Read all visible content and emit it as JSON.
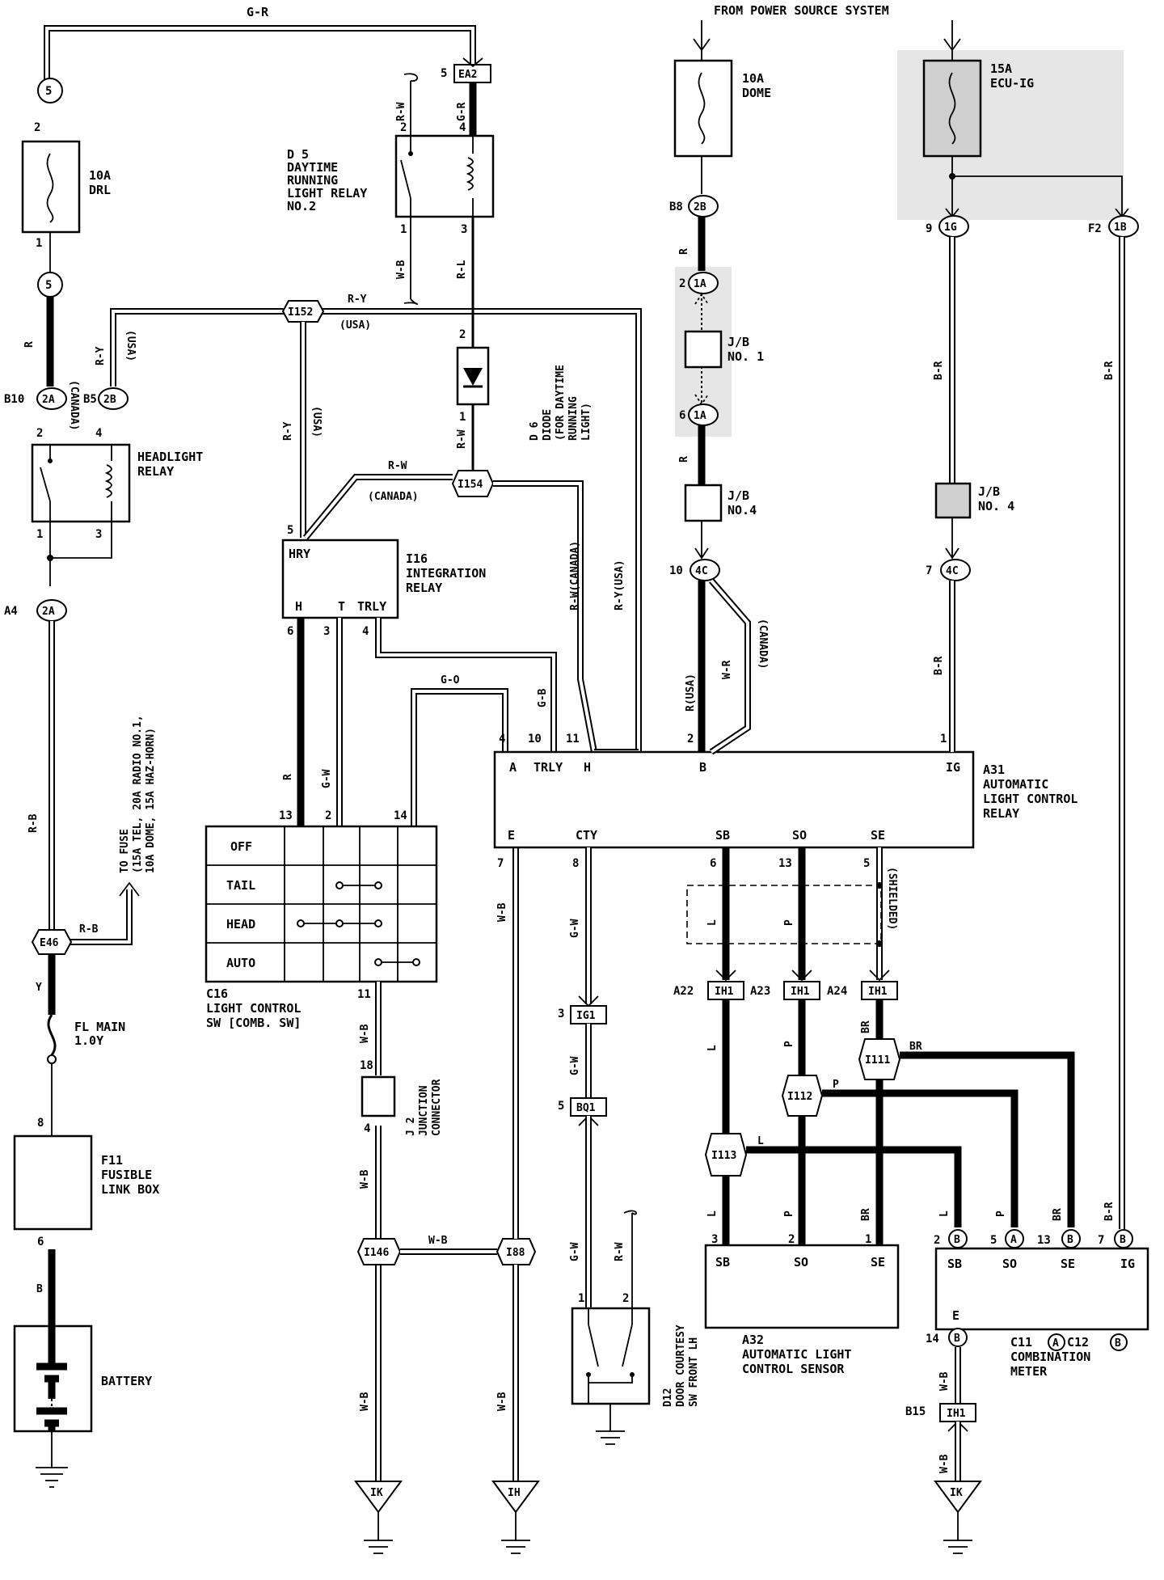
{
  "header": {
    "power_source": "FROM POWER SOURCE SYSTEM"
  },
  "fuses": {
    "drl": {
      "rating": "10A",
      "name": "DRL"
    },
    "dome": {
      "rating": "10A",
      "name": "DOME"
    },
    "ecu_ig": {
      "rating": "15A",
      "name": "ECU-IG"
    },
    "fl_main": {
      "name": "FL MAIN",
      "rating": "1.0Y"
    },
    "to_fuse": {
      "line1": "TO FUSE",
      "line2": "(15A TEL, 20A RADIO NO.1,",
      "line3": "10A DOME, 15A HAZ-HORN)"
    }
  },
  "components": {
    "d5": {
      "code": "D 5",
      "line1": "DAYTIME",
      "line2": "RUNNING",
      "line3": "LIGHT RELAY",
      "line4": "NO.2"
    },
    "d6": {
      "code": "D 6",
      "line1": "DIODE",
      "line2": "(FOR DAYTIME",
      "line3": "RUNNING",
      "line4": "LIGHT)"
    },
    "headlight_relay": {
      "line1": "HEADLIGHT",
      "line2": "RELAY"
    },
    "i16": {
      "code": "I16",
      "line1": "INTEGRATION",
      "line2": "RELAY",
      "pin_hry": "HRY",
      "pin_h": "H",
      "pin_t": "T",
      "pin_trly": "TRLY"
    },
    "c16": {
      "code": "C16",
      "line1": "LIGHT CONTROL",
      "line2": "SW [COMB. SW]",
      "rows": [
        "OFF",
        "TAIL",
        "HEAD",
        "AUTO"
      ]
    },
    "a31": {
      "code": "A31",
      "line1": "AUTOMATIC",
      "line2": "LIGHT CONTROL",
      "line3": "RELAY",
      "pins_top": [
        "A",
        "TRLY",
        "H",
        "B",
        "IG"
      ],
      "pins_bottom": [
        "E",
        "CTY",
        "SB",
        "SO",
        "SE"
      ]
    },
    "a32": {
      "code": "A32",
      "line1": "AUTOMATIC LIGHT",
      "line2": "CONTROL SENSOR",
      "pins": [
        "SB",
        "SO",
        "SE"
      ]
    },
    "c11_c12": {
      "code1": "C11",
      "code2": "C12",
      "mark_a": "A",
      "mark_b": "B",
      "line1": "COMBINATION",
      "line2": "METER",
      "pins": [
        "SB",
        "SO",
        "SE",
        "IG"
      ],
      "pin_e": "E"
    },
    "j2": {
      "code": "J 2",
      "line1": "JUNCTION",
      "line2": "CONNECTOR"
    },
    "d12": {
      "code": "D12",
      "line1": "DOOR COURTESY",
      "line2": "SW FRONT LH"
    },
    "f11": {
      "code": "F11",
      "line1": "FUSIBLE",
      "line2": "LINK BOX"
    },
    "battery": {
      "name": "BATTERY"
    },
    "jb1": {
      "line1": "J/B",
      "line2": "NO. 1"
    },
    "jb4a": {
      "line1": "J/B",
      "line2": "NO.4"
    },
    "jb4b": {
      "line1": "J/B",
      "line2": "NO. 4"
    }
  },
  "connectors": {
    "c5a": "5",
    "c5b": "5",
    "c2a_a4": "2A",
    "c2a_b10": "2A",
    "c2b_b5": "2B",
    "ea2": "EA2",
    "i152": "I152",
    "i154": "I154",
    "c2b_b8": "2B",
    "c1a_top": "1A",
    "c1a_bot": "1A",
    "c4c_a": "4C",
    "c1g": "1G",
    "c1b": "1B",
    "c4c_b": "4C",
    "e46": "E46",
    "ig1": "IG1",
    "bq1": "BQ1",
    "ih1_a22": "IH1",
    "ih1_a23": "IH1",
    "ih1_a24": "IH1",
    "i111": "I111",
    "i112": "I112",
    "i113": "I113",
    "i146": "I146",
    "i88": "I88",
    "ih1_b15": "IH1",
    "meter_2b": "B",
    "meter_5a": "A",
    "meter_13b": "B",
    "meter_7b": "B",
    "meter_14b": "B"
  },
  "grounds": {
    "ik1": "IK",
    "ih": "IH",
    "ik2": "IK"
  },
  "wires": {
    "g_r": "G-R",
    "r_w": "R-W",
    "g_r2": "G-R",
    "w_b": "W-B",
    "r_l": "R-L",
    "r": "R",
    "canada": "(CANADA)",
    "r_y": "R-Y",
    "usa": "(USA)",
    "r_y2": "R-Y",
    "usa2": "(USA)",
    "r_y3": "R-Y",
    "usa3": "(USA)",
    "r_w2": "R-W",
    "canada2": "(CANADA)",
    "r_w3": "R-W",
    "r_w_canada": "R-W(CANADA)",
    "r_y_usa": "R-Y(USA)",
    "r2": "R",
    "r3": "R",
    "r_usa": "R(USA)",
    "w_r": "W-R",
    "canada3": "(CANADA)",
    "b_r": "B-R",
    "b_r2": "B-R",
    "b_r3": "B-R",
    "g_o": "G-O",
    "g_b": "G-B",
    "r4": "R",
    "g_w": "G-W",
    "r_b": "R-B",
    "r_b2": "R-B",
    "y": "Y",
    "b": "B",
    "w_b2": "W-B",
    "w_b3": "W-B",
    "w_b4": "W-B",
    "w_b5": "W-B",
    "w_b6": "W-B",
    "w_b7": "W-B",
    "w_b8": "W-B",
    "g_w2": "G-W",
    "g_w3": "G-W",
    "g_w4": "G-W",
    "r_w4": "R-W",
    "l": "L",
    "p": "P",
    "shielded": "(SHIELDED)",
    "l2": "L",
    "p2": "P",
    "br": "BR",
    "br2": "BR",
    "p3": "P",
    "l3": "L",
    "l4": "L",
    "p4": "P",
    "br3": "BR",
    "l5": "L",
    "p5": "P",
    "br4": "BR",
    "b_r4": "B-R",
    "w_b9": "W-B"
  },
  "pins": {
    "drl_2": "2",
    "drl_1": "1",
    "d5_2": "2",
    "d5_4": "4",
    "d5_1": "1",
    "d5_3": "3",
    "ea2_5": "5",
    "d6_2": "2",
    "d6_1": "1",
    "hl_2": "2",
    "hl_4": "4",
    "hl_1": "1",
    "hl_3": "3",
    "b10": "B10",
    "b5": "B5",
    "a4": "A4",
    "i16_5": "5",
    "i16_6": "6",
    "i16_3": "3",
    "i16_4": "4",
    "c16_13": "13",
    "c16_2": "2",
    "c16_14": "14",
    "c16_11": "11",
    "a31_4": "4",
    "a31_10": "10",
    "a31_11": "11",
    "a31_2": "2",
    "a31_1": "1",
    "a31_7": "7",
    "a31_8": "8",
    "a31_6": "6",
    "a31_13": "13",
    "a31_5": "5",
    "b8": "B8",
    "jb1_2": "2",
    "jb1_6": "6",
    "c4c_10": "10",
    "p9": "9",
    "f2": "F2",
    "c4c_7": "7",
    "j2_18": "18",
    "j2_4": "4",
    "ig1_3": "3",
    "bq1_5": "5",
    "d12_1": "1",
    "d12_2": "2",
    "a22": "A22",
    "a23": "A23",
    "a24": "A24",
    "a32_3": "3",
    "a32_2": "2",
    "a32_1": "1",
    "m_2": "2",
    "m_5": "5",
    "m_13": "13",
    "m_7": "7",
    "m_14": "14",
    "b15": "B15",
    "f11_8": "8",
    "f11_6": "6"
  }
}
